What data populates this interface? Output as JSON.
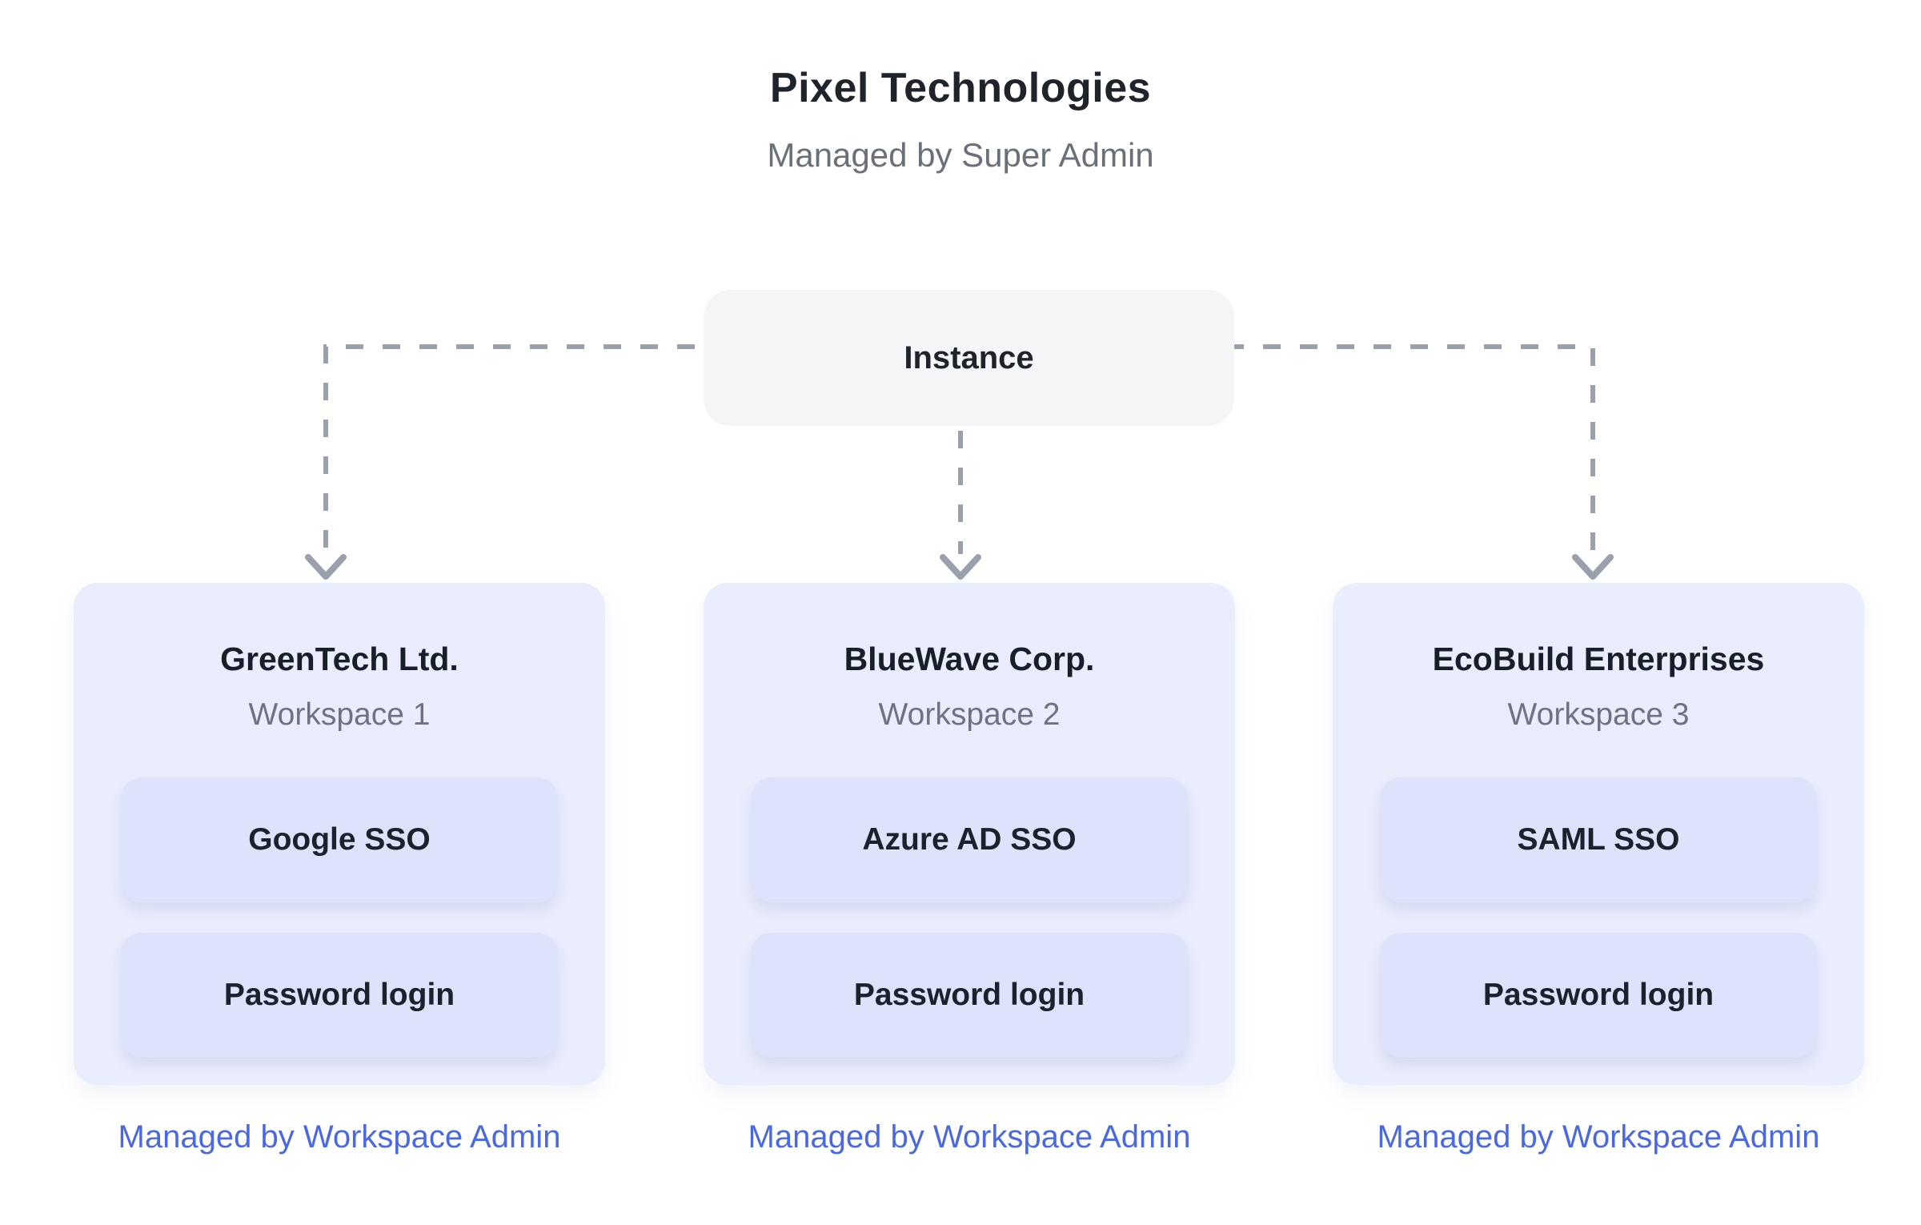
{
  "header": {
    "title": "Pixel Technologies",
    "subtitle": "Managed by Super Admin"
  },
  "instance": {
    "label": "Instance"
  },
  "workspaces": [
    {
      "company": "GreenTech Ltd.",
      "workspace": "Workspace 1",
      "auth_methods": [
        "Google SSO",
        "Password login"
      ],
      "footer": "Managed by Workspace Admin"
    },
    {
      "company": "BlueWave Corp.",
      "workspace": "Workspace 2",
      "auth_methods": [
        "Azure AD SSO",
        "Password login"
      ],
      "footer": "Managed by Workspace Admin"
    },
    {
      "company": "EcoBuild Enterprises",
      "workspace": "Workspace 3",
      "auth_methods": [
        "SAML SSO",
        "Password login"
      ],
      "footer": "Managed by Workspace Admin"
    }
  ],
  "colors": {
    "accent_link": "#4a68e0",
    "card_bg": "#e9edfc",
    "chip_bg": "#dde3fb",
    "instance_bg": "#f4f5f7",
    "connector": "#9aa1ac",
    "title_text": "#1f242a",
    "muted_text": "#697078"
  }
}
